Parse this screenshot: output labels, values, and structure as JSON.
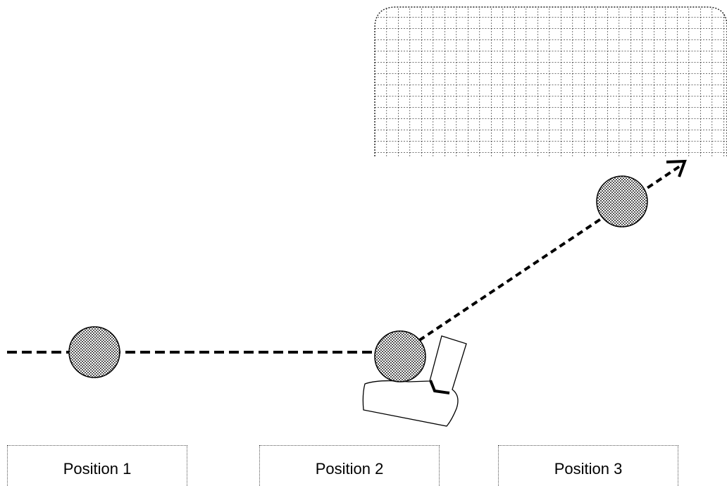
{
  "positions": [
    {
      "label": "Position 1"
    },
    {
      "label": "Position 2"
    },
    {
      "label": "Position 3"
    }
  ],
  "colors": {
    "stroke": "#000000",
    "ball_fill": "#a9a9a9",
    "goal_net": "#222222"
  }
}
